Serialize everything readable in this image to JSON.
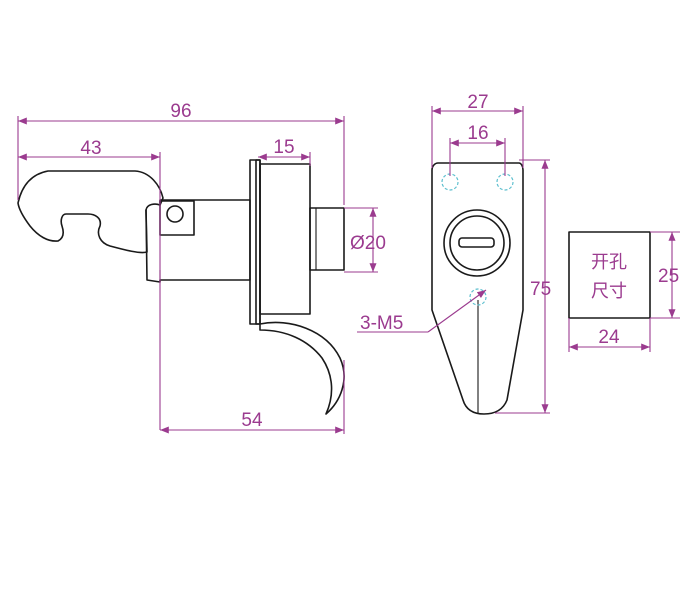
{
  "dimensions": {
    "overall_width": "96",
    "hook_width": "43",
    "flange_width": "15",
    "knob_diameter": "Ø20",
    "base_length": "54",
    "plate_width": "27",
    "hole_spacing": "16",
    "plate_height": "75",
    "thread_spec": "3-M5",
    "cutout_height": "25",
    "cutout_width": "24"
  },
  "cutout": {
    "label_line1": "开孔",
    "label_line2": "尺寸"
  },
  "colors": {
    "dimension": "#9b3b8f",
    "outline": "#1a1a1a",
    "hidden_hole": "#5fc0cf"
  }
}
